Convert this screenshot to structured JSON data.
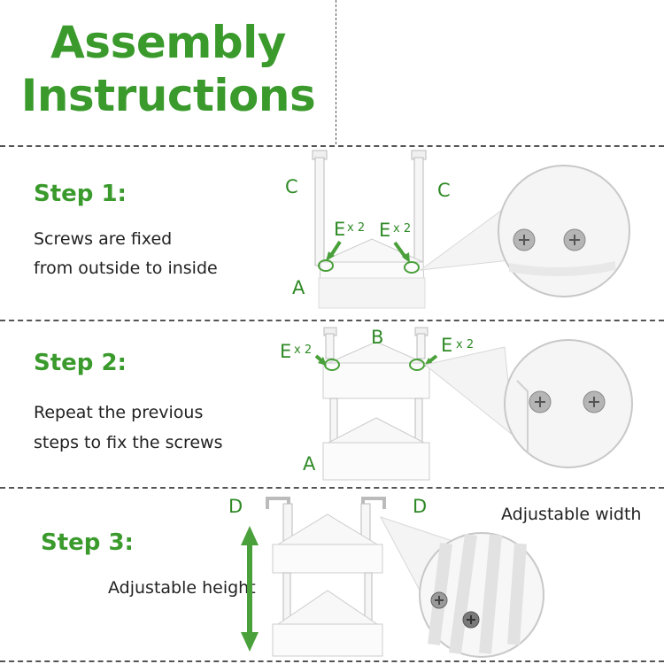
{
  "title": {
    "line1": "Assembly",
    "line2": "Instructions"
  },
  "step1": {
    "title": "Step 1:",
    "desc_line1": "Screws are fixed",
    "desc_line2": "from outside to inside",
    "label_c_left": "C",
    "label_c_right": "C",
    "label_a": "A",
    "label_e_left": "E",
    "label_e_left_count": "x 2",
    "label_e_right": "E",
    "label_e_right_count": "x 2"
  },
  "step2": {
    "title": "Step 2:",
    "desc_line1": "Repeat the previous",
    "desc_line2": "steps to fix the screws",
    "label_b": "B",
    "label_a": "A",
    "label_e_left": "E",
    "label_e_left_count": "x 2",
    "label_e_right": "E",
    "label_e_right_count": "x 2"
  },
  "step3": {
    "title": "Step 3:",
    "adjustable_height": "Adjustable height",
    "adjustable_width": "Adjustable width",
    "label_d_left": "D",
    "label_d_right": "D"
  },
  "colors": {
    "green": "#3a9a2c",
    "label_green": "#2f8a26",
    "arrow_green": "#4aa03a"
  }
}
